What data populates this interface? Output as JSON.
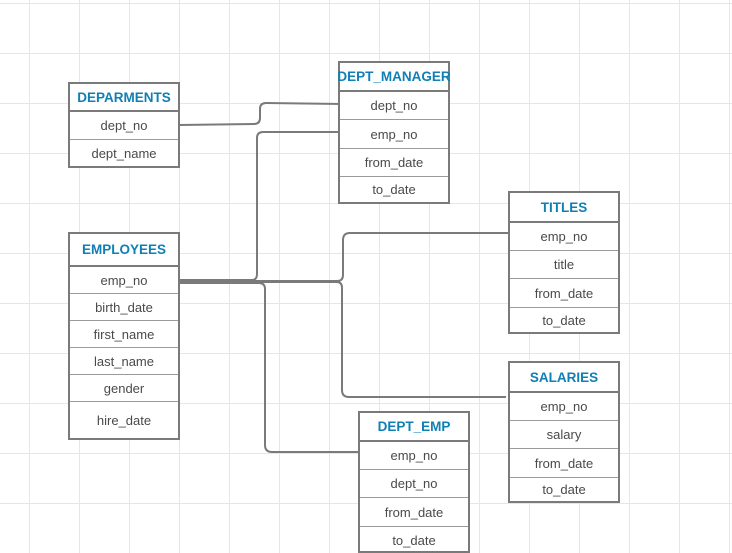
{
  "diagram": {
    "accent_color": "#0f7fb6",
    "tables": {
      "departments": {
        "title": "DEPARMENTS",
        "fields": [
          "dept_no",
          "dept_name"
        ]
      },
      "dept_manager": {
        "title": "DEPT_MANAGER",
        "fields": [
          "dept_no",
          "emp_no",
          "from_date",
          "to_date"
        ]
      },
      "employees": {
        "title": "EMPLOYEES",
        "fields": [
          "emp_no",
          "birth_date",
          "first_name",
          "last_name",
          "gender",
          "hire_date"
        ]
      },
      "titles": {
        "title": "TITLES",
        "fields": [
          "emp_no",
          "title",
          "from_date",
          "to_date"
        ]
      },
      "salaries": {
        "title": "SALARIES",
        "fields": [
          "emp_no",
          "salary",
          "from_date",
          "to_date"
        ]
      },
      "dept_emp": {
        "title": "DEPT_EMP",
        "fields": [
          "emp_no",
          "dept_no",
          "from_date",
          "to_date"
        ]
      }
    }
  }
}
